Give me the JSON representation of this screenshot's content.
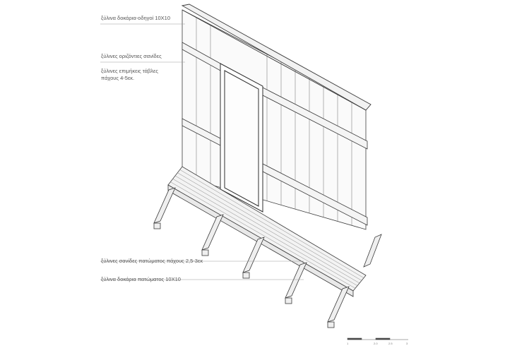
{
  "labels": {
    "beams_guides": "ξύλινα δοκάρια-οδηγοί 10Χ10",
    "horizontal_planks": "ξύλινες οριζόντιες σανίδες",
    "surface_boards_line1": "ξύλινες επιμήκεις τάβλες",
    "surface_boards_line2": "πάχους 4-5εκ.",
    "floor_planks": "ξύλινες σανίδες πατώματος πάχους 2,5-3εκ",
    "floor_beams": "ξύλινα δοκάρια πατώματος 10Χ10"
  },
  "scale_bar": {
    "ticks": [
      "1",
      "2.0",
      "2.5",
      "3"
    ]
  },
  "colors": {
    "pencil": "#3a3a3a",
    "pencil_light": "#8a8a8a",
    "leader": "#9a9a9a",
    "paper": "#ffffff"
  }
}
